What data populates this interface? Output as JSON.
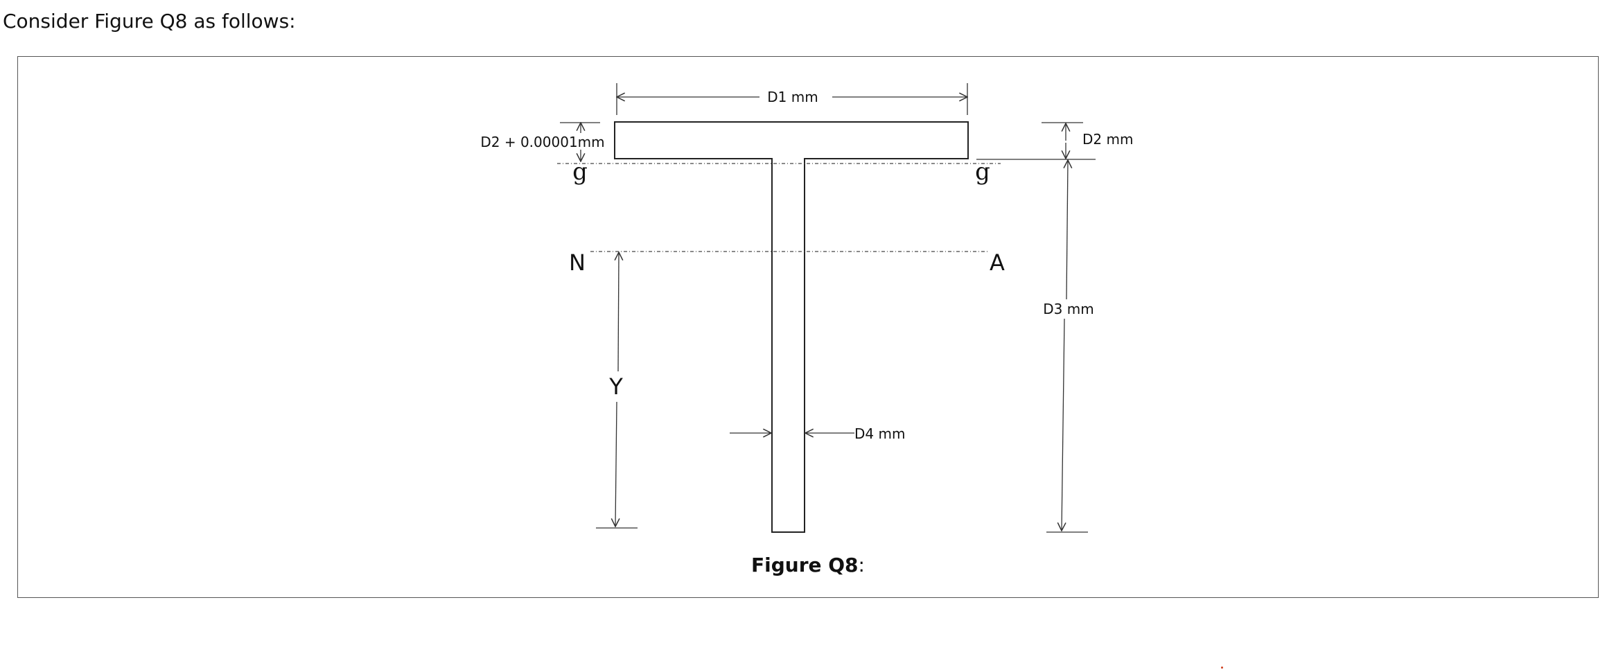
{
  "intro_text": "Consider Figure Q8 as follows:",
  "figure": {
    "caption_bold": "Figure Q8",
    "caption_suffix": ":",
    "labels": {
      "d1": "D1 mm",
      "d2_top": "D2 + 0.00001mm",
      "d2": "D2 mm",
      "d3": "D3 mm",
      "d4": "D4 mm",
      "g_left": "g",
      "g_right": "g",
      "n": "N",
      "a": "A",
      "y": "Y"
    }
  }
}
